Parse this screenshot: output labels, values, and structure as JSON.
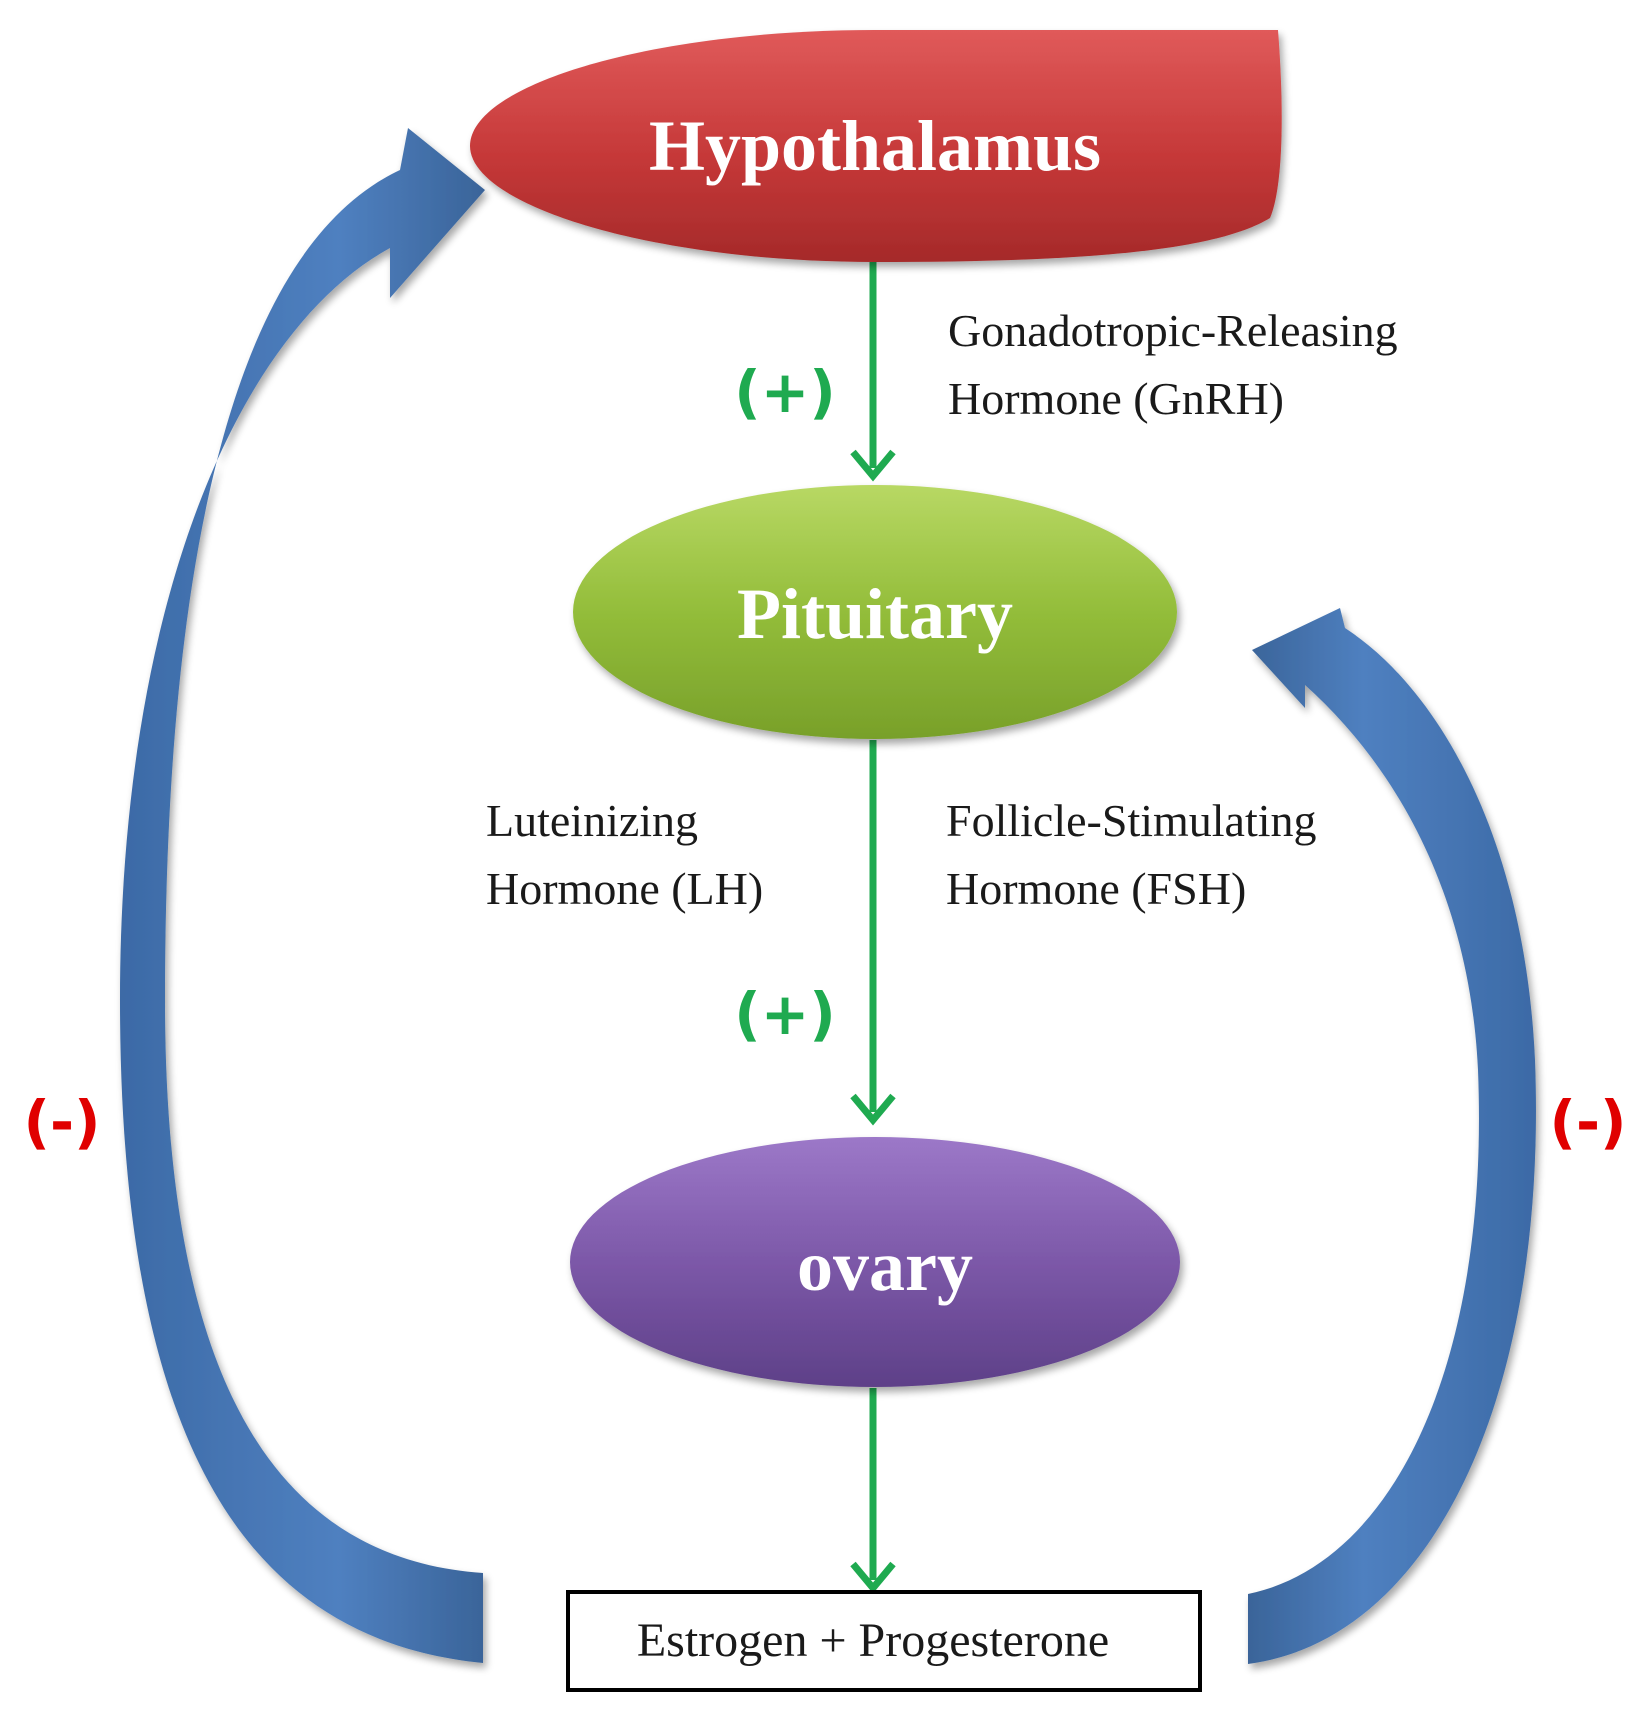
{
  "nodes": {
    "hypothalamus": {
      "label": "Hypothalamus",
      "color": "#c23a3a"
    },
    "pituitary": {
      "label": "Pituitary",
      "color": "#8db534"
    },
    "ovary": {
      "label": "ovary",
      "color": "#7a55a3"
    },
    "hormones": {
      "label": "Estrogen + Progesterone"
    }
  },
  "edges": {
    "gnrh": {
      "line1": "Gonadotropic-Releasing",
      "line2": "Hormone (GnRH)",
      "sign": "(+)"
    },
    "lh": {
      "line1": "Luteinizing",
      "line2": "Hormone (LH)"
    },
    "fsh": {
      "line1": "Follicle-Stimulating",
      "line2": "Hormone (FSH)"
    },
    "gonadotropin_sign": "(+)"
  },
  "feedback": {
    "left_sign": "(-)",
    "right_sign": "(-)"
  },
  "colors": {
    "stimulatory_arrow": "#1faa50",
    "positive_sign": "#1faa50",
    "negative_sign": "#e00000",
    "feedback_arrow": "#4a78b5"
  }
}
